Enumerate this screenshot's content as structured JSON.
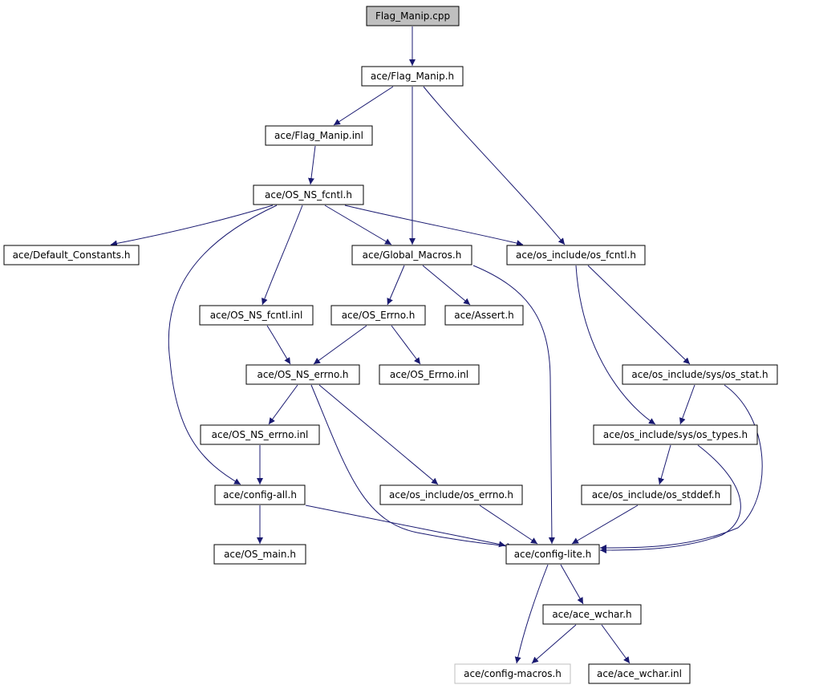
{
  "colors": {
    "edge": "#191970",
    "border": "#000000",
    "root_fill": "#bfbfbf",
    "missing_border": "#bfbfbf"
  },
  "nodes": {
    "flag_manip_cpp": {
      "label": "Flag_Manip.cpp"
    },
    "flag_manip_h": {
      "label": "ace/Flag_Manip.h"
    },
    "flag_manip_inl": {
      "label": "ace/Flag_Manip.inl"
    },
    "os_ns_fcntl_h": {
      "label": "ace/OS_NS_fcntl.h"
    },
    "default_constants": {
      "label": "ace/Default_Constants.h"
    },
    "global_macros": {
      "label": "ace/Global_Macros.h"
    },
    "os_fcntl": {
      "label": "ace/os_include/os_fcntl.h"
    },
    "os_ns_fcntl_inl": {
      "label": "ace/OS_NS_fcntl.inl"
    },
    "os_errno_h": {
      "label": "ace/OS_Errno.h"
    },
    "assert_h": {
      "label": "ace/Assert.h"
    },
    "os_ns_errno_h": {
      "label": "ace/OS_NS_errno.h"
    },
    "os_errno_inl": {
      "label": "ace/OS_Errno.inl"
    },
    "os_stat": {
      "label": "ace/os_include/sys/os_stat.h"
    },
    "os_ns_errno_inl": {
      "label": "ace/OS_NS_errno.inl"
    },
    "os_types": {
      "label": "ace/os_include/sys/os_types.h"
    },
    "config_all": {
      "label": "ace/config-all.h"
    },
    "os_errno_inc": {
      "label": "ace/os_include/os_errno.h"
    },
    "os_stddef": {
      "label": "ace/os_include/os_stddef.h"
    },
    "os_main": {
      "label": "ace/OS_main.h"
    },
    "config_lite": {
      "label": "ace/config-lite.h"
    },
    "ace_wchar_h": {
      "label": "ace/ace_wchar.h"
    },
    "config_macros": {
      "label": "ace/config-macros.h"
    },
    "ace_wchar_inl": {
      "label": "ace/ace_wchar.inl"
    }
  },
  "edges": [
    [
      "flag_manip_cpp",
      "flag_manip_h"
    ],
    [
      "flag_manip_h",
      "flag_manip_inl"
    ],
    [
      "flag_manip_h",
      "global_macros"
    ],
    [
      "flag_manip_h",
      "os_fcntl"
    ],
    [
      "flag_manip_inl",
      "os_ns_fcntl_h"
    ],
    [
      "os_ns_fcntl_h",
      "default_constants"
    ],
    [
      "os_ns_fcntl_h",
      "global_macros"
    ],
    [
      "os_ns_fcntl_h",
      "os_fcntl"
    ],
    [
      "os_ns_fcntl_h",
      "os_ns_fcntl_inl"
    ],
    [
      "os_ns_fcntl_h",
      "config_all"
    ],
    [
      "global_macros",
      "os_errno_h"
    ],
    [
      "global_macros",
      "assert_h"
    ],
    [
      "global_macros",
      "config_lite"
    ],
    [
      "os_fcntl",
      "os_stat"
    ],
    [
      "os_fcntl",
      "os_types"
    ],
    [
      "os_ns_fcntl_inl",
      "os_ns_errno_h"
    ],
    [
      "os_errno_h",
      "os_ns_errno_h"
    ],
    [
      "os_errno_h",
      "os_errno_inl"
    ],
    [
      "os_ns_errno_h",
      "os_ns_errno_inl"
    ],
    [
      "os_ns_errno_h",
      "os_errno_inc"
    ],
    [
      "os_ns_errno_h",
      "config_lite"
    ],
    [
      "os_stat",
      "os_types"
    ],
    [
      "os_stat",
      "config_lite"
    ],
    [
      "os_types",
      "os_stddef"
    ],
    [
      "os_types",
      "config_lite"
    ],
    [
      "os_ns_errno_inl",
      "config_all"
    ],
    [
      "config_all",
      "os_main"
    ],
    [
      "config_all",
      "config_lite"
    ],
    [
      "os_errno_inc",
      "config_lite"
    ],
    [
      "os_stddef",
      "config_lite"
    ],
    [
      "config_lite",
      "ace_wchar_h"
    ],
    [
      "config_lite",
      "config_macros"
    ],
    [
      "ace_wchar_h",
      "config_macros"
    ],
    [
      "ace_wchar_h",
      "ace_wchar_inl"
    ]
  ]
}
